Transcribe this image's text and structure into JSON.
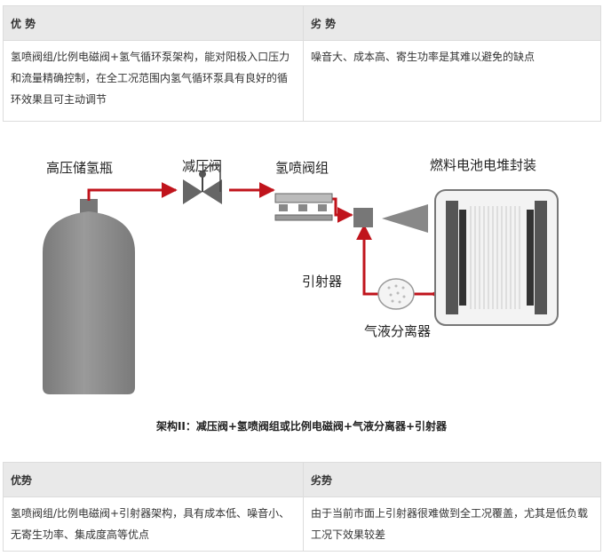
{
  "table_top": {
    "header_left": "优 势",
    "header_right": "劣 势",
    "cell_left": "氢喷阀组/比例电磁阀+氢气循环泵架构，能对阳极入口压力和流量精确控制，在全工况范围内氢气循环泵具有良好的循环效果且可主动调节",
    "cell_right": "噪音大、成本高、寄生功率是其难以避免的缺点"
  },
  "diagram": {
    "label_tank": "高压储氢瓶",
    "label_valve": "减压阀",
    "label_injector": "氢喷阀组",
    "label_stack": "燃料电池电堆封装",
    "label_ejector": "引射器",
    "label_separator": "气液分离器",
    "colors": {
      "pipe": "#c0141c",
      "tank": "#8c8c8c",
      "stack_frame": "#555555"
    }
  },
  "caption": "架构II：减压阀+氢喷阀组或比例电磁阀+气液分离器+引射器",
  "table_bottom": {
    "header_left": "优势",
    "header_right": "劣势",
    "cell_left": "氢喷阀组/比例电磁阀+引射器架构，具有成本低、噪音小、无寄生功率、集成度高等优点",
    "cell_right": "由于当前市面上引射器很难做到全工况覆盖，尤其是低负载工况下效果较差"
  }
}
